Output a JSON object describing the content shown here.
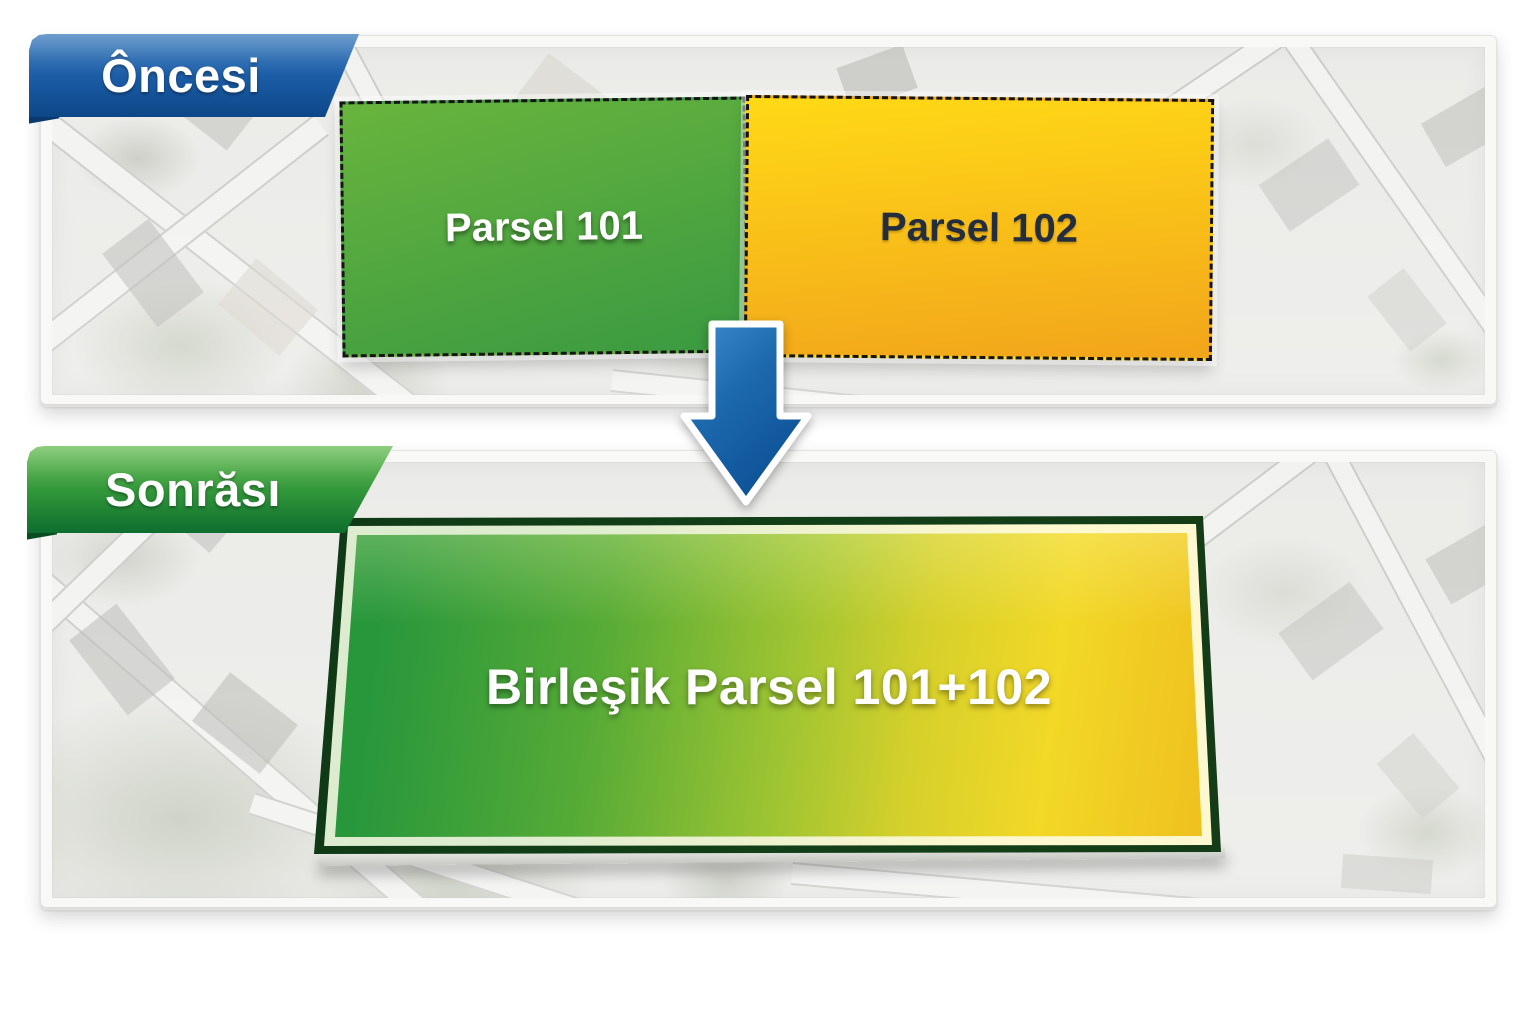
{
  "before_panel": {
    "banner_label": "Ôncesi",
    "parcels": [
      {
        "label": "Parsel 101"
      },
      {
        "label": "Parsel 102"
      }
    ]
  },
  "arrow": {
    "direction": "down"
  },
  "after_panel": {
    "banner_label": "Sonrăsı",
    "merged_parcel_label": "Birleşik Parsel 101+102"
  },
  "colors": {
    "banner-blue-top": "#2f73b8",
    "banner-blue-bottom": "#0d4787",
    "banner-green-top": "#5cb847",
    "banner-green-bottom": "#0e6e2f",
    "parcel101-top": "#68b43d",
    "parcel101-bottom": "#3a9a41",
    "parcel101-text": "#ffffff",
    "parcel102-top": "#ffd916",
    "parcel102-bottom": "#f2a51b",
    "parcel102-text": "#232d3b",
    "merged-green": "#28973c",
    "merged-yellow": "#f2d827",
    "merged-border": "#123f18",
    "arrow-blue-top": "#3f8ed0",
    "arrow-blue-bottom": "#0b4f94"
  }
}
